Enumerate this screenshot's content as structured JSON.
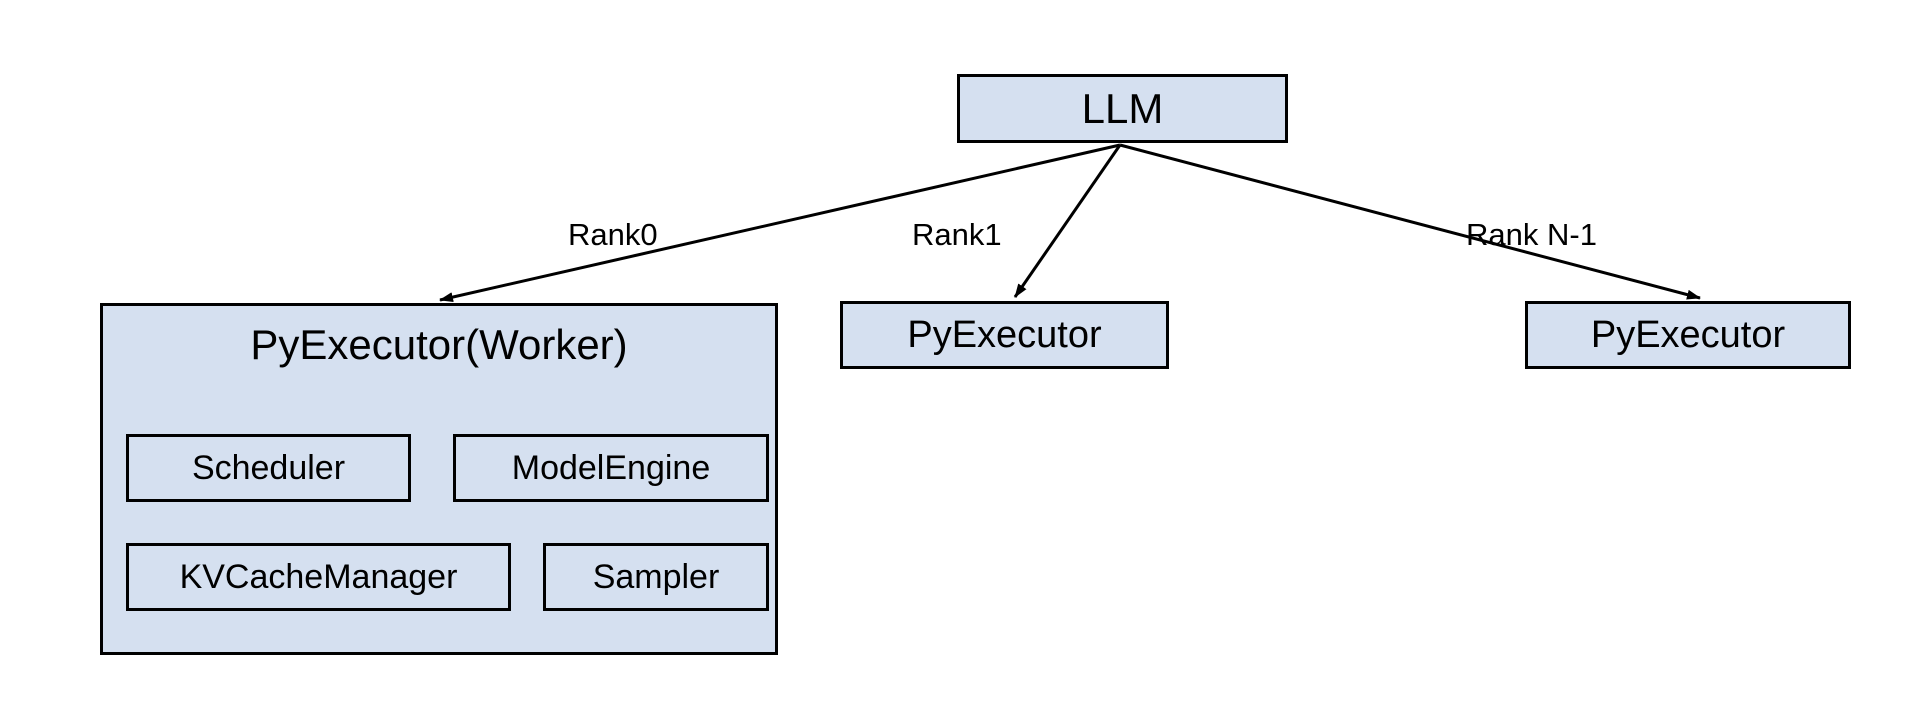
{
  "diagram": {
    "title": "LLM multi-rank PyExecutor topology",
    "background_color": "#ffffff",
    "node_fill_color": "#d5e0f0",
    "node_border_color": "#000000",
    "edge_color": "#000000",
    "root": {
      "label": "LLM"
    },
    "worker": {
      "label": "PyExecutor(Worker)",
      "components": [
        {
          "label": "Scheduler"
        },
        {
          "label": "ModelEngine"
        },
        {
          "label": "KVCacheManager"
        },
        {
          "label": "Sampler"
        }
      ]
    },
    "peers": [
      {
        "label": "PyExecutor"
      },
      {
        "label": "PyExecutor"
      }
    ],
    "edges": [
      {
        "label": "Rank0",
        "from": "LLM",
        "to": "PyExecutor(Worker)"
      },
      {
        "label": "Rank1",
        "from": "LLM",
        "to": "PyExecutor"
      },
      {
        "label": "Rank N-1",
        "from": "LLM",
        "to": "PyExecutor"
      }
    ]
  }
}
